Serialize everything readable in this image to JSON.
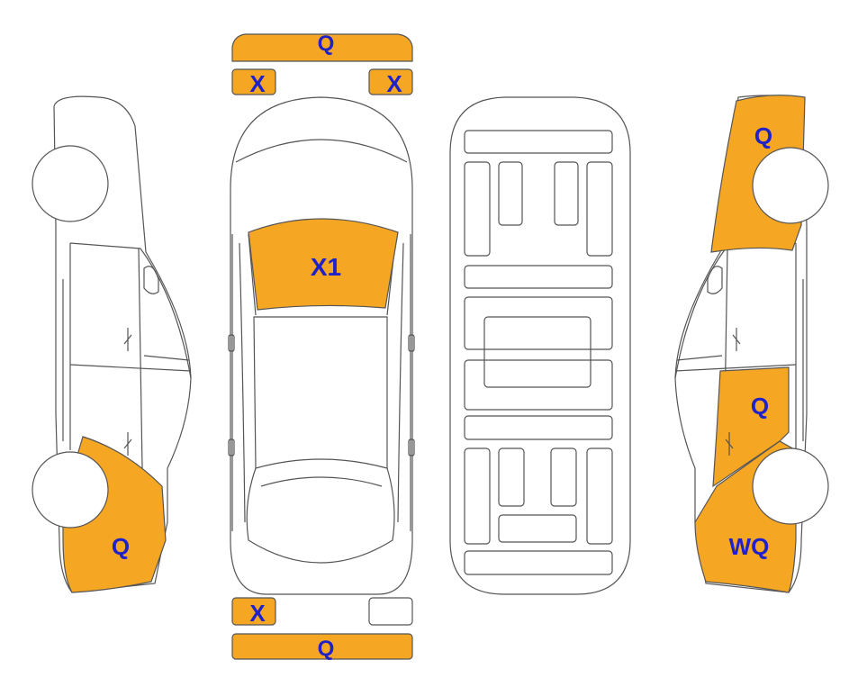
{
  "colors": {
    "damage_fill": "#f5a623",
    "outline": "#555555",
    "label": "#1f22c8",
    "background": "#ffffff"
  },
  "labels": {
    "front_bumper": "Q",
    "front_left_light": "X",
    "front_right_light": "X",
    "windshield": "X1",
    "left_rear_quarter": "Q",
    "right_front_fender": "Q",
    "right_rear_door": "Q",
    "right_rear_quarter": "WQ",
    "rear_left_light": "X",
    "rear_bumper": "Q"
  },
  "status": {
    "rear_right_light": "undamaged"
  }
}
